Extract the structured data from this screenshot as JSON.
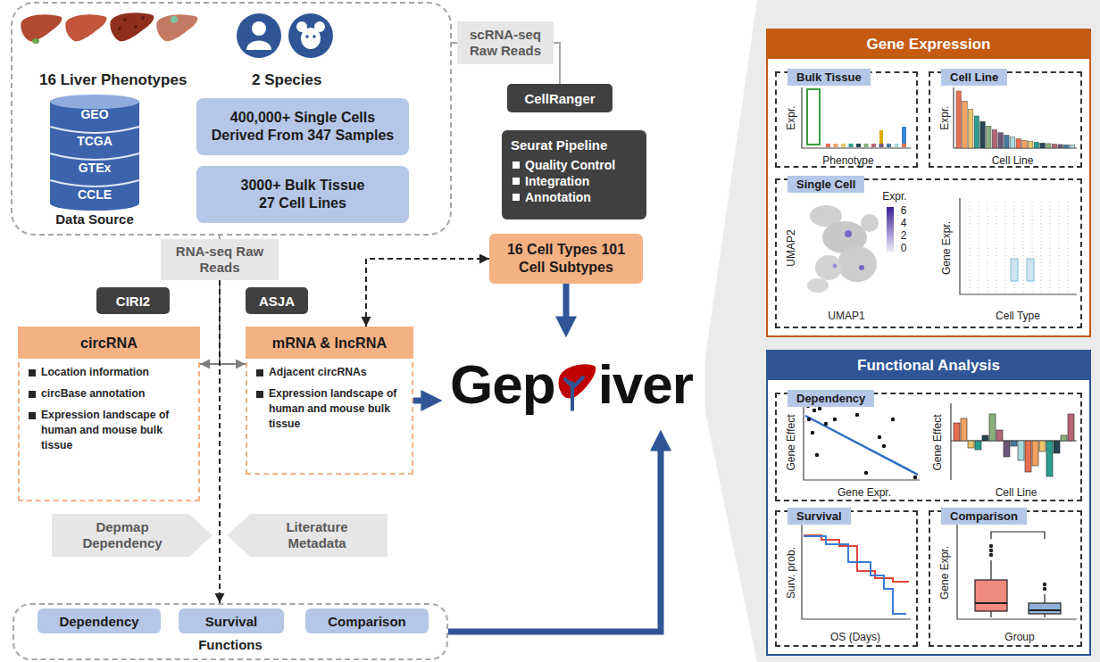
{
  "diagram": {
    "nodes": [
      {
        "text": [
          "16 Liver Phenotypes",
          "2 Species"
        ]
      },
      {
        "text": [
          "GEO",
          "TCGA",
          "GTEx",
          "CCLE",
          "Data Source"
        ],
        "in": 0
      },
      {
        "text": [
          "400,000+ Single Cells Derived From 347 Samples"
        ],
        "in": 0
      },
      {
        "text": [
          "3000+ Bulk Tissue 27 Cell Lines"
        ],
        "in": 0
      },
      {
        "text": [
          "scRNA-seq Raw Reads"
        ]
      },
      {
        "text": [
          "CellRanger"
        ]
      },
      {
        "text": [
          "Seurat Pipeline",
          "Quality Control",
          "Integration",
          "Annotation"
        ]
      },
      {
        "text": [
          "16 Cell Types 101 Cell Subtypes"
        ]
      },
      {
        "text": [
          "RNA-seq Raw Reads"
        ]
      },
      {
        "text": [
          "CIRI2"
        ]
      },
      {
        "text": [
          "ASJA"
        ]
      },
      {
        "text": [
          "circRNA",
          "Location information",
          "circBase annotation",
          "Expression landscape of human and mouse bulk tissue"
        ]
      },
      {
        "text": [
          "mRNA & lncRNA",
          "Adjacent circRNAs",
          "Expression landscape of human and mouse bulk tissue"
        ]
      },
      {
        "text": [
          "Gep",
          "iver"
        ]
      },
      {
        "text": [
          "Depmap Dependency"
        ]
      },
      {
        "text": [
          "Literature Metadata"
        ]
      },
      {
        "text": [
          "Functions"
        ]
      },
      {
        "text": [
          "Dependency"
        ],
        "in": 16
      },
      {
        "text": [
          "Survival"
        ],
        "in": 16
      },
      {
        "text": [
          "Comparison"
        ],
        "in": 16
      },
      {
        "text": [
          "Gene Expression"
        ]
      },
      {
        "text": [
          "Bulk Tissue"
        ],
        "in": 20
      },
      {
        "text": [
          "Cell Line"
        ],
        "in": 20
      },
      {
        "text": [
          "Single Cell"
        ],
        "in": 20
      },
      {
        "text": [
          "Functional Analysis"
        ]
      },
      {
        "text": [
          "Dependency"
        ],
        "in": 24
      },
      {
        "text": [
          "Survival"
        ],
        "in": 24
      },
      {
        "text": [
          "Comparison"
        ],
        "in": 24
      }
    ],
    "edges": [
      {
        "from": 0,
        "to": 4,
        "arrow": "none"
      },
      {
        "from": 4,
        "to": 5,
        "arrow": "none"
      },
      {
        "from": 0,
        "to": 8,
        "arrow": "none"
      },
      {
        "from": 8,
        "to": 11,
        "arrow": "to"
      },
      {
        "from": 8,
        "to": 12,
        "arrow": "to"
      },
      {
        "from": 8,
        "to": 16,
        "arrow": "to"
      },
      {
        "from": 12,
        "to": 7,
        "arrow": "both"
      },
      {
        "from": 7,
        "to": 13,
        "arrow": "to"
      },
      {
        "from": 12,
        "to": 13,
        "arrow": "to"
      },
      {
        "from": 16,
        "to": 13,
        "arrow": "to"
      }
    ],
    "labels": [
      "Expr.",
      "Phenotype",
      "Expr.",
      "Cell Line",
      "UMAP2",
      "UMAP1",
      "Expr.",
      "6",
      "4",
      "2",
      "0",
      "Gene Expr.",
      "Cell Type",
      "Gene Effect",
      "Gene Expr.",
      "Gene Effect",
      "Cell Line",
      "Surv. prob.",
      "OS (Days)",
      "Gene Expr.",
      "Group"
    ]
  }
}
